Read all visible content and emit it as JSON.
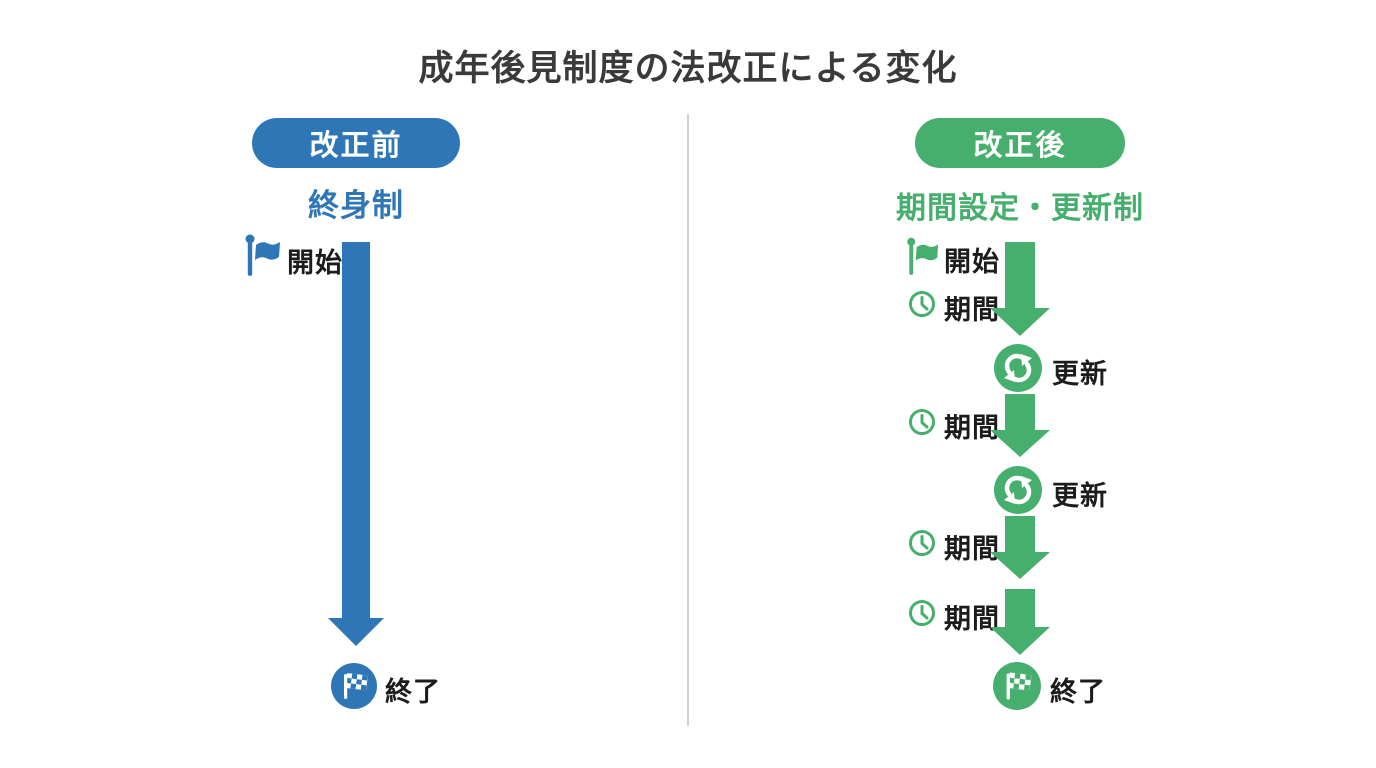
{
  "title": "成年後見制度の法改正による変化",
  "colors": {
    "blue": "#2e76b5",
    "green": "#47af6d",
    "title_text": "#3a3a3a",
    "body_text": "#1c1c1c",
    "divider": "#d4d4d4",
    "background": "#ffffff"
  },
  "icons": {
    "start": "flag-icon",
    "period": "clock-icon",
    "renew": "refresh-icon",
    "end": "checkered-flag-icon",
    "flow": "down-arrow-icon"
  },
  "left": {
    "badge": "改正前",
    "subtitle": "終身制",
    "start_label": "開始",
    "end_label": "終了"
  },
  "right": {
    "badge": "改正後",
    "subtitle": "期間設定・更新制",
    "steps": [
      {
        "type": "start",
        "label": "開始"
      },
      {
        "type": "period",
        "label": "期間"
      },
      {
        "type": "renew",
        "label": "更新"
      },
      {
        "type": "period",
        "label": "期間"
      },
      {
        "type": "renew",
        "label": "更新"
      },
      {
        "type": "period",
        "label": "期間"
      },
      {
        "type": "period",
        "label": "期間"
      },
      {
        "type": "end",
        "label": "終了"
      }
    ]
  }
}
